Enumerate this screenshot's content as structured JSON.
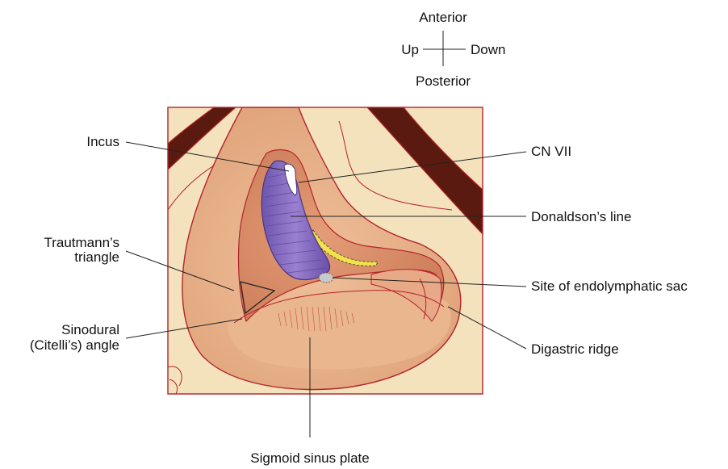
{
  "orientation": {
    "anterior": "Anterior",
    "up": "Up",
    "down": "Down",
    "posterior": "Posterior"
  },
  "labels": {
    "incus": "Incus",
    "cn_vii": "CN VII",
    "donaldsons_line": "Donaldson’s line",
    "trautmanns_line1": "Trautmann’s",
    "trautmanns_line2": "triangle",
    "endolymphatic_sac": "Site of endolymphatic sac",
    "sinodural_line1": "Sinodural",
    "sinodural_line2": "(Citelli’s) angle",
    "digastric_ridge": "Digastric ridge",
    "sigmoid_sinus_plate": "Sigmoid sinus plate"
  },
  "colors": {
    "background_tissue": "#f4e2bd",
    "cavity_outer": "#e7b48c",
    "cavity_inner": "#d98e6a",
    "canal": "#8a6cc0",
    "sinus": "#5a1a10",
    "outline": "#b3232a",
    "facial_nerve": "#f2e34a"
  }
}
